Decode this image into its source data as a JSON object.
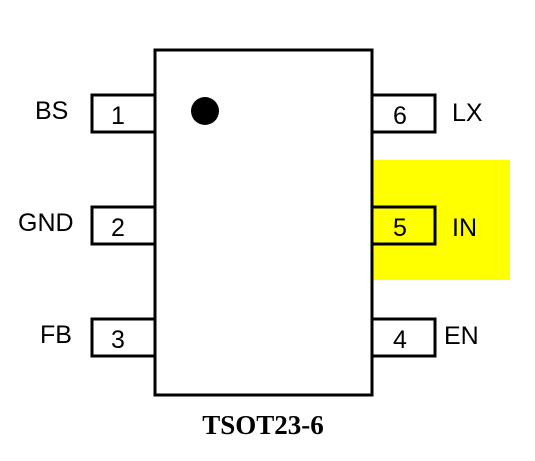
{
  "package": {
    "name": "TSOT23-6",
    "outline_color": "#000000",
    "highlight_color": "#ffff00",
    "pin1_marker": "pin1-dot"
  },
  "pins": [
    {
      "number": "1",
      "label": "BS",
      "side": "left",
      "highlighted": false
    },
    {
      "number": "2",
      "label": "GND",
      "side": "left",
      "highlighted": false
    },
    {
      "number": "3",
      "label": "FB",
      "side": "left",
      "highlighted": false
    },
    {
      "number": "4",
      "label": "EN",
      "side": "right",
      "highlighted": false
    },
    {
      "number": "5",
      "label": "IN",
      "side": "right",
      "highlighted": true
    },
    {
      "number": "6",
      "label": "LX",
      "side": "right",
      "highlighted": false
    }
  ]
}
